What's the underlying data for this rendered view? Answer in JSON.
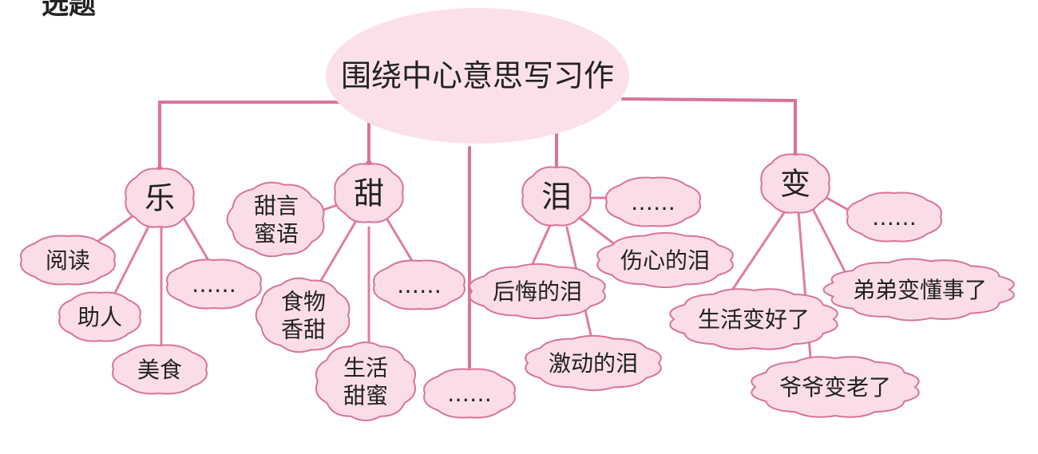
{
  "corner_fragment": "选题",
  "center": {
    "label": "围绕中心意思写习作"
  },
  "branches": {
    "le": {
      "label": "乐",
      "children": [
        {
          "lines": [
            "阅读"
          ]
        },
        {
          "lines": [
            "助人"
          ]
        },
        {
          "lines": [
            "美食"
          ]
        },
        {
          "lines": [
            "……"
          ]
        }
      ]
    },
    "tian": {
      "label": "甜",
      "children": [
        {
          "lines": [
            "甜言",
            "蜜语"
          ]
        },
        {
          "lines": [
            "食物",
            "香甜"
          ]
        },
        {
          "lines": [
            "生活",
            "甜蜜"
          ]
        },
        {
          "lines": [
            "……"
          ]
        }
      ]
    },
    "middle": {
      "label": "……"
    },
    "lei": {
      "label": "泪",
      "children": [
        {
          "lines": [
            "……"
          ]
        },
        {
          "lines": [
            "伤心的泪"
          ]
        },
        {
          "lines": [
            "后悔的泪"
          ]
        },
        {
          "lines": [
            "激动的泪"
          ]
        }
      ]
    },
    "bian": {
      "label": "变",
      "children": [
        {
          "lines": [
            "……"
          ]
        },
        {
          "lines": [
            "弟弟变懂事了"
          ]
        },
        {
          "lines": [
            "生活变好了"
          ]
        },
        {
          "lines": [
            "爷爷变老了"
          ]
        }
      ]
    }
  }
}
